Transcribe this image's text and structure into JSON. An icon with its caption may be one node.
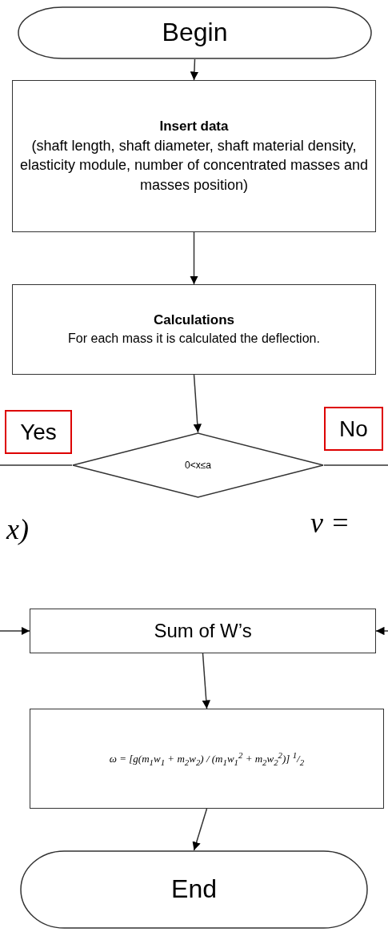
{
  "diagram": {
    "nodes": [
      {
        "text": [
          "Begin"
        ]
      },
      {
        "text": [
          "Insert data",
          "(shaft length, shaft diameter, shaft material density, elasticity module, number of concentrated masses and masses position)"
        ]
      },
      {
        "text": [
          "Calculations",
          "For each mass it is calculated the deflection."
        ]
      },
      {
        "text": [
          "0<x≤a"
        ]
      },
      {
        "text": [
          "Yes"
        ]
      },
      {
        "text": [
          "No"
        ]
      },
      {
        "text": [
          "Sum of W’s"
        ]
      },
      {
        "text": [
          "ω = [g(m$_{1}$w$_{1}$ + m$_{2}$w$_{2}$) / (m$_{1}$w$_{1}$$^{2}$ + m$_{2}$w$_{2}$$^{2}$)] $^{1}$/$_{2}$"
        ]
      },
      {
        "text": [
          "End"
        ]
      }
    ],
    "edges": [
      {
        "from": 0,
        "to": 1,
        "arrow": "to"
      },
      {
        "from": 1,
        "to": 2,
        "arrow": "to"
      },
      {
        "from": 2,
        "to": 3,
        "arrow": "to"
      },
      {
        "from": 3,
        "to": null,
        "arrow": "none"
      },
      {
        "from": 3,
        "to": null,
        "arrow": "none"
      },
      {
        "from": null,
        "to": 6,
        "arrow": "to"
      },
      {
        "from": null,
        "to": 6,
        "arrow": "to"
      },
      {
        "from": 6,
        "to": 7,
        "arrow": "to"
      },
      {
        "from": 7,
        "to": 8,
        "arrow": "to"
      }
    ],
    "labels": [
      "x)",
      "v ="
    ]
  }
}
